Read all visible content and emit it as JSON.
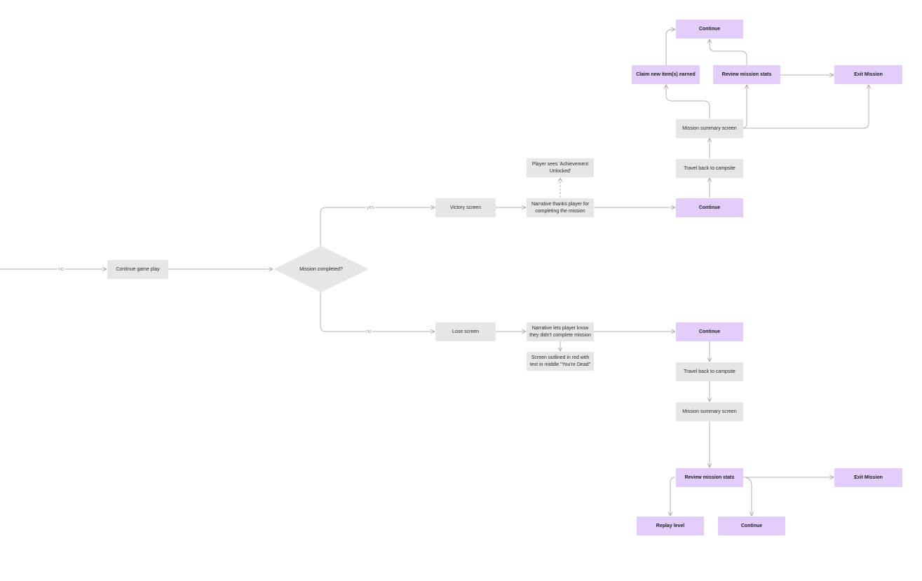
{
  "nodes": {
    "continue_game_play": "Continue game play",
    "mission_completed": "Mission completed?",
    "victory_screen": "Victory screen",
    "narrative_thanks": "Narrative thanks player for completing the mission",
    "achievement_unlocked": "Player sees 'Achievement Unlocked'",
    "continue_victory": "Continue",
    "travel_back_victory": "Travel back to campsite",
    "mission_summary_victory": "Mission summary screen",
    "claim_items": "Claim new item(s) earned",
    "continue_top": "Continue",
    "review_stats_victory": "Review mission stats",
    "exit_mission_victory": "Exit Mission",
    "lose_screen": "Lose screen",
    "narrative_lose": "Narrative lets player know they didn't complete mission",
    "screen_outlined_red": "Screen outlined in red with text in middle  \"You're Dead\"",
    "continue_lose": "Continue",
    "travel_back_lose": "Travel back to campsite",
    "mission_summary_lose": "Mission summary screen",
    "review_stats_lose": "Review mission stats",
    "exit_mission_lose": "Exit Mission",
    "replay_level": "Replay level",
    "continue_bottom": "Continue"
  },
  "edge_labels": {
    "no_left": "no",
    "yes": "yes",
    "no_lose": "no"
  },
  "colors": {
    "screen_fill": "#e6e6e6",
    "action_fill": "#e3cdfa",
    "connector": "#b3b3b3",
    "label_text": "#9a9a9a"
  }
}
